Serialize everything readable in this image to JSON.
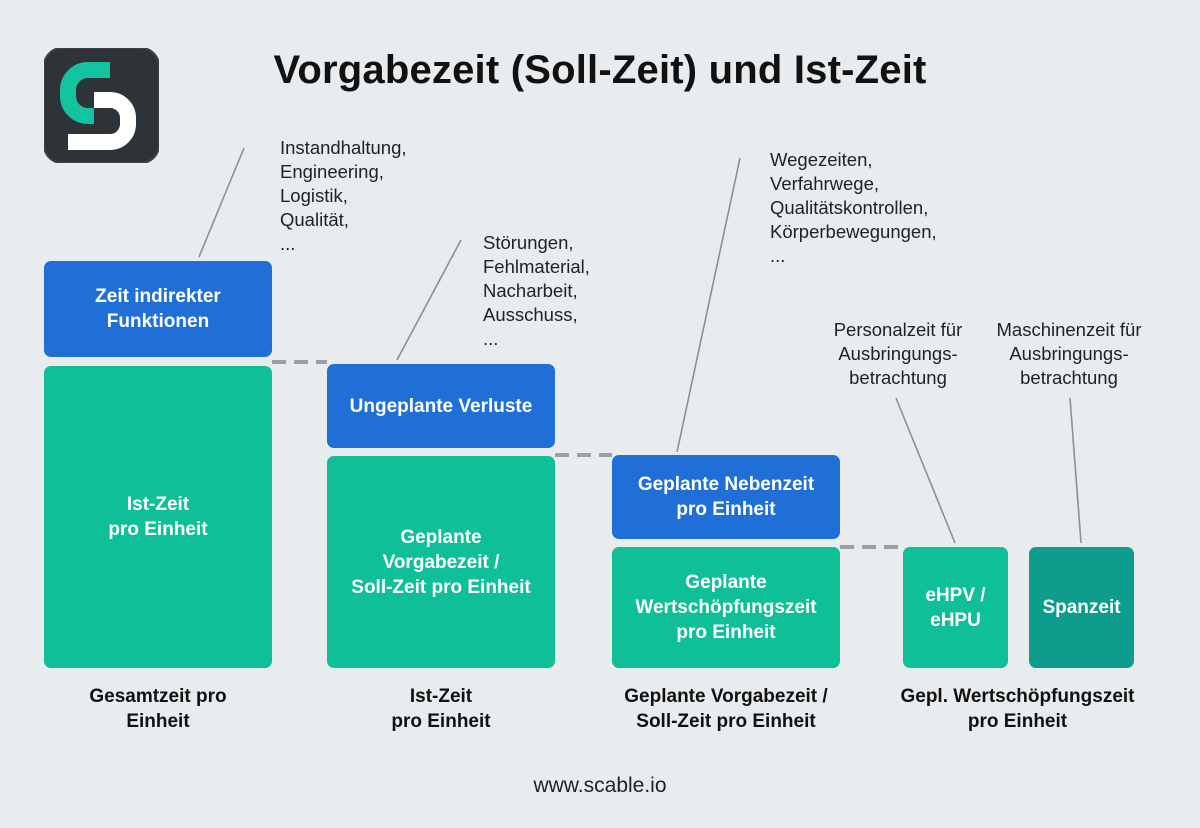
{
  "title": "Vorgabezeit (Soll-Zeit) und Ist-Zeit",
  "columns": [
    {
      "top_box": "Zeit indirekter\nFunktionen",
      "bottom_box": "Ist-Zeit\npro Einheit",
      "caption": "Gesamtzeit pro\nEinheit",
      "note": "Instandhaltung,\nEngineering,\nLogistik,\nQualität,\n..."
    },
    {
      "top_box": "Ungeplante Verluste",
      "bottom_box": "Geplante\nVorgabezeit /\nSoll-Zeit pro Einheit",
      "caption": "Ist-Zeit\npro Einheit",
      "note": "Störungen,\nFehlmaterial,\nNacharbeit,\nAusschuss,\n..."
    },
    {
      "top_box": "Geplante Nebenzeit\npro Einheit",
      "bottom_box": "Geplante\nWertschöpfungszeit\npro Einheit",
      "caption": "Geplante Vorgabezeit /\nSoll-Zeit pro Einheit",
      "note": "Wegezeiten,\nVerfahrwege,\nQualitätskontrollen,\nKörperbewegungen,\n..."
    },
    {
      "box_a": "eHPV /\neHPU",
      "box_b": "Spanzeit",
      "note_a": "Personalzeit für\nAusbringungs-\nbetrachtung",
      "note_b": "Maschinenzeit für\nAusbringungs-\nbetrachtung",
      "caption": "Gepl. Wertschöpfungszeit\npro Einheit"
    }
  ],
  "footer": "www.scable.io",
  "colors": {
    "background": "#e8ecee",
    "blue": "#1f6fd6",
    "green": "#0fbf98",
    "teal": "#0e9c8c",
    "connector": "#9aa0a6"
  },
  "logo_icon": "scable-logo-icon"
}
